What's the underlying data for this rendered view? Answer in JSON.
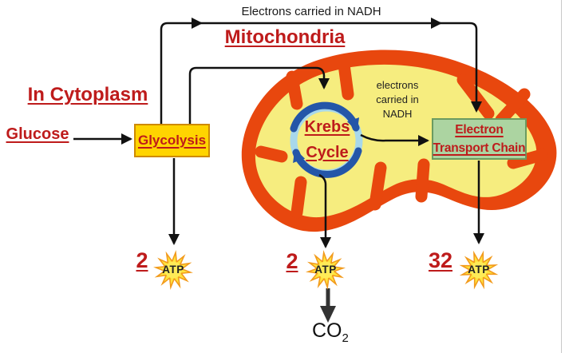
{
  "colors": {
    "background": "#FFFFFF",
    "red_text": "#BE1B1B",
    "arrow_black": "#111111",
    "mito_membrane": "#E8470E",
    "mito_matrix": "#F6ED7F",
    "glycolysis_fill": "#FFD400",
    "glycolysis_border": "#CE8A00",
    "etc_fill": "#ACD4A1",
    "etc_border": "#6B9B60",
    "krebs_ring_light": "#A8D8EA",
    "krebs_ring_dark": "#2456A8",
    "star_outer": "#F29B1D",
    "star_inner": "#FFE43C"
  },
  "labels": {
    "top_arrow_label": "Electrons carried in NADH",
    "mitochondria_title": "Mitochondria",
    "cytoplasm_title": "In Cytoplasm",
    "glucose": "Glucose",
    "glycolysis": "Glycolysis",
    "krebs": [
      "Krebs",
      "Cycle"
    ],
    "electrons_note": [
      "electrons",
      "carried in",
      "NADH"
    ],
    "etc": [
      "Electron",
      "Transport Chain"
    ],
    "atp": "ATP",
    "glycolysis_atp_count": "2",
    "krebs_atp_count": "2",
    "etc_atp_count": "32",
    "co2": "CO",
    "co2_subscript": "2"
  }
}
